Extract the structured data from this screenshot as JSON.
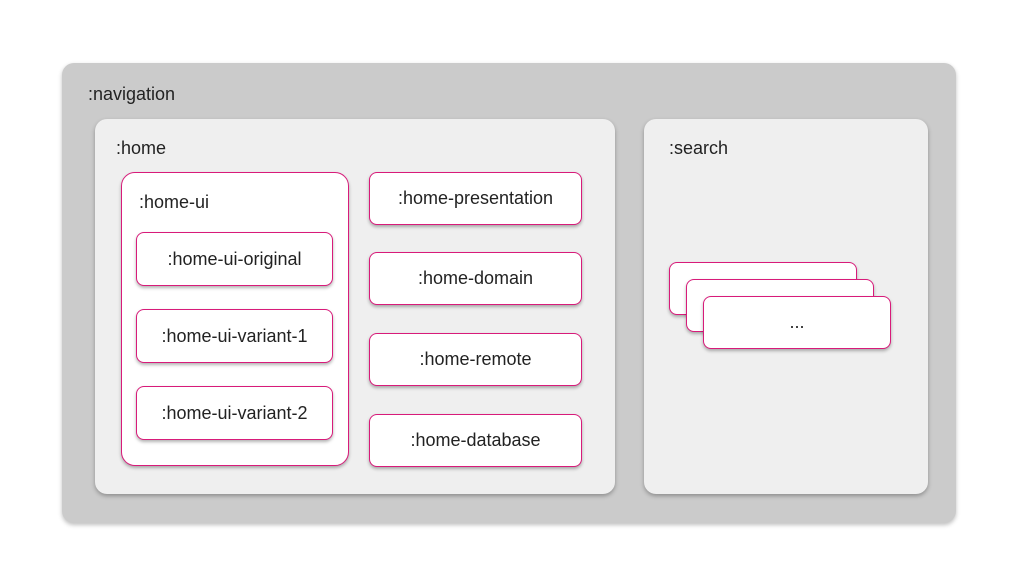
{
  "navigation": {
    "label": ":navigation",
    "home": {
      "label": ":home",
      "home_ui": {
        "label": ":home-ui",
        "items": [
          ":home-ui-original",
          ":home-ui-variant-1",
          ":home-ui-variant-2"
        ]
      },
      "modules": [
        ":home-presentation",
        ":home-domain",
        ":home-remote",
        ":home-database"
      ]
    },
    "search": {
      "label": ":search",
      "stack_label": "..."
    }
  },
  "colors": {
    "accent": "#d81b7a",
    "outer_bg": "#cbcbcb",
    "panel_bg": "#efefef"
  }
}
